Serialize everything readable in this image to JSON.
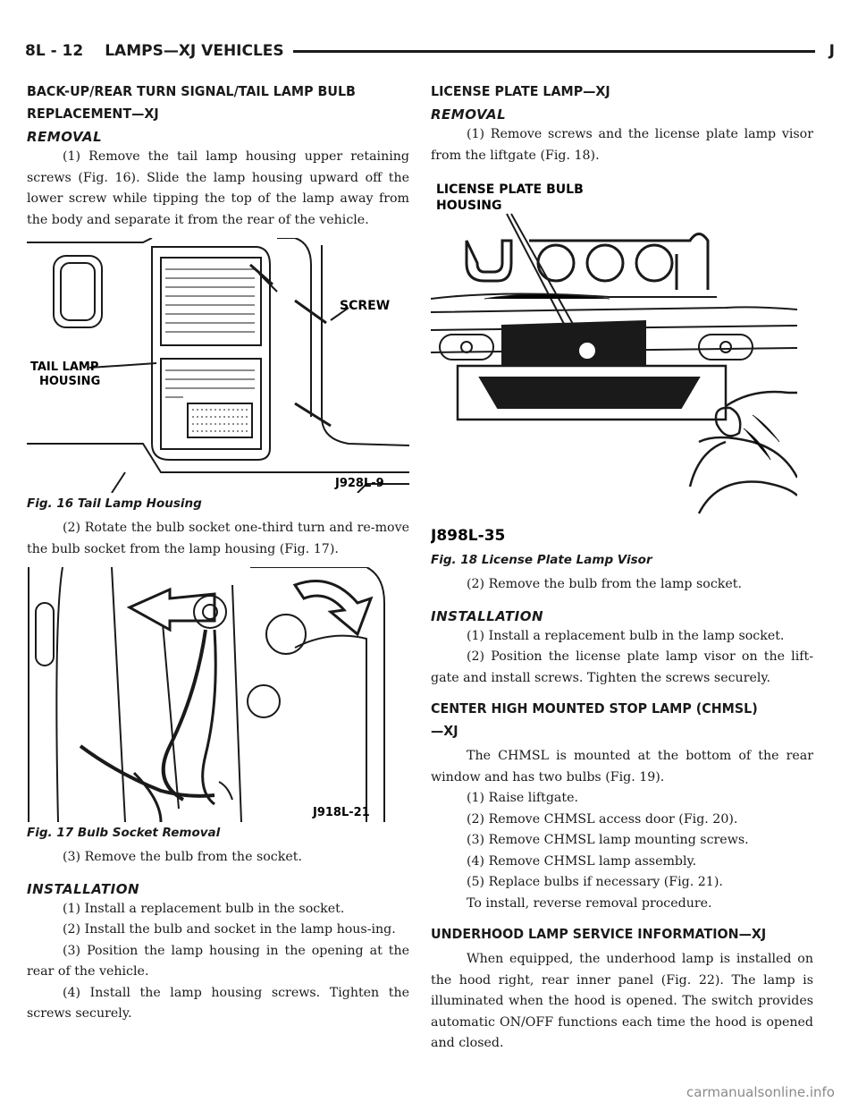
{
  "header": {
    "page": "8L - 12",
    "title": "LAMPS—XJ VEHICLES",
    "right": "J"
  },
  "left": {
    "heading": "BACK-UP/REAR TURN SIGNAL/TAIL LAMP BULB REPLACEMENT—XJ",
    "removal": "REMOVAL",
    "p1": "(1) Remove the tail lamp housing upper retaining screws (Fig. 16). Slide the lamp housing upward off the lower screw while tipping the top of the lamp away from the body and separate it from the rear of the vehicle.",
    "fig16": {
      "label_screw": "SCREW",
      "label_housing_1": "TAIL LAMP",
      "label_housing_2": "HOUSING",
      "code": "J928L-9",
      "caption": "Fig. 16 Tail Lamp Housing"
    },
    "p2": "(2) Rotate the bulb socket one-third turn and re-move the bulb socket from the lamp housing (Fig. 17).",
    "fig17": {
      "code": "J918L-21",
      "caption": "Fig. 17 Bulb Socket Removal"
    },
    "p3": "(3) Remove the bulb from the socket.",
    "installation": "INSTALLATION",
    "i1": "(1) Install a replacement bulb in the socket.",
    "i2": "(2) Install the bulb and socket in the lamp hous-ing.",
    "i3": "(3) Position the lamp housing in the opening at the rear of the vehicle.",
    "i4": "(4) Install the lamp housing screws. Tighten the screws securely."
  },
  "right": {
    "heading": "LICENSE PLATE LAMP—XJ",
    "removal": "REMOVAL",
    "p1": "(1) Remove screws and the license plate lamp visor from the liftgate (Fig. 18).",
    "fig18": {
      "label_1": "LICENSE PLATE BULB",
      "label_2": "HOUSING",
      "code": "J898L-35",
      "caption": "Fig. 18 License Plate Lamp Visor"
    },
    "p2": "(2) Remove the bulb from the lamp socket.",
    "installation": "INSTALLATION",
    "i1": "(1) Install a replacement bulb in the lamp socket.",
    "i2": "(2) Position the license plate lamp visor on the lift-gate and install screws. Tighten the screws securely.",
    "chmsl_heading": "CENTER HIGH MOUNTED STOP LAMP (CHMSL)—XJ",
    "chmsl_intro": "The CHMSL is mounted at the bottom of the rear window and has two bulbs (Fig. 19).",
    "c1": "(1) Raise liftgate.",
    "c2": "(2) Remove CHMSL access door (Fig. 20).",
    "c3": "(3) Remove CHMSL lamp mounting screws.",
    "c4": "(4) Remove CHMSL lamp assembly.",
    "c5": "(5) Replace bulbs if necessary (Fig. 21).",
    "c6": "To install, reverse removal procedure.",
    "underhood_heading": "UNDERHOOD LAMP SERVICE INFORMATION—XJ",
    "underhood_text": "When equipped, the underhood lamp is installed on the hood right, rear inner panel (Fig. 22). The lamp is illuminated when the hood is opened. The switch provides automatic ON/OFF functions each time the hood is opened and closed."
  },
  "watermark": "carmanualsonline.info"
}
